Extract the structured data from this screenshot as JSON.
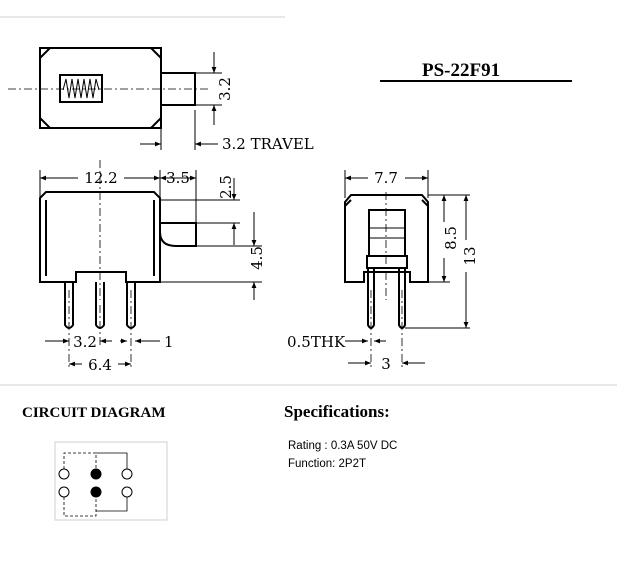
{
  "part_number": "PS-22F91",
  "top_view": {
    "dim_height": "3.2",
    "dim_travel": "3.2 TRAVEL"
  },
  "front_view": {
    "dim_width": "12.2",
    "dim_actuator": "3.5",
    "dim_2_5": "2.5",
    "dim_4_5": "4.5",
    "dim_pitch": "3.2",
    "dim_pin": "1",
    "dim_span": "6.4"
  },
  "side_view": {
    "dim_width": "7.7",
    "dim_8_5": "8.5",
    "dim_13": "13",
    "dim_thk": "0.5THK",
    "dim_pitch": "3"
  },
  "circuit": {
    "title": "CIRCUIT DIAGRAM"
  },
  "specs": {
    "title": "Specifications:",
    "rating": "Rating : 0.3A 50V DC",
    "function": "Function: 2P2T"
  }
}
